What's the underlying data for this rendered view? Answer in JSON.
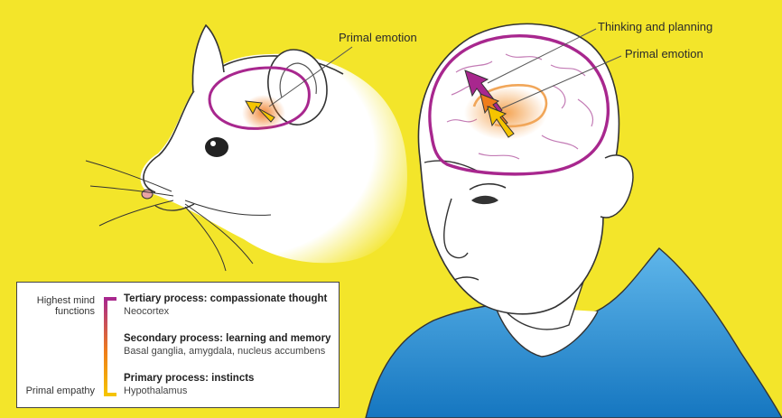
{
  "callouts": {
    "rat_primal": "Primal emotion",
    "human_thinking": "Thinking and planning",
    "human_primal": "Primal emotion"
  },
  "legend": {
    "axis_top": "Highest mind functions",
    "axis_bottom": "Primal empathy",
    "levels": [
      {
        "title": "Tertiary process: compassionate thought",
        "subtitle": "Neocortex",
        "color": "#a8278e"
      },
      {
        "title": "Secondary process: learning and memory",
        "subtitle": "Basal ganglia, amygdala, nucleus accumbens",
        "color": "#ef7d1a"
      },
      {
        "title": "Primary process: instincts",
        "subtitle": "Hypothalamus",
        "color": "#f5c400"
      }
    ]
  },
  "colors": {
    "background": "#f3e52a",
    "neocortex": "#a8278e",
    "limbic": "#ef7d1a",
    "instinct": "#f5c400",
    "shirt": "#1e88d0"
  }
}
